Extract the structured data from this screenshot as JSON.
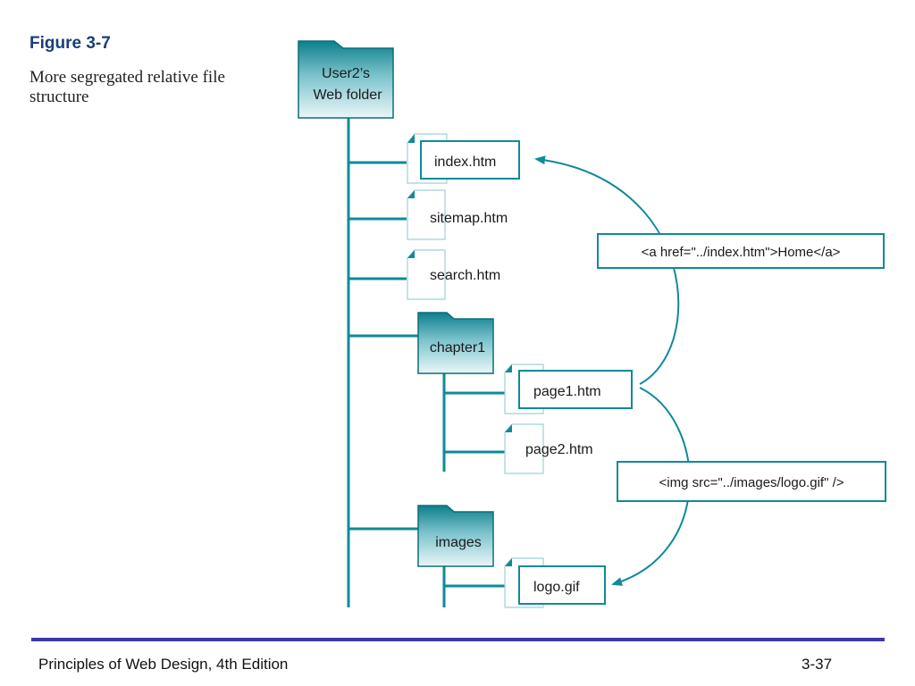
{
  "figure": {
    "number": "Figure 3-7",
    "caption": "More segregated relative file structure"
  },
  "tree": {
    "root_folder": "User2’s Web folder",
    "root_line1": "User2’s",
    "root_line2": "Web folder",
    "files": [
      "index.htm",
      "sitemap.htm",
      "search.htm"
    ],
    "folders": [
      {
        "name": "chapter1",
        "files": [
          "page1.htm",
          "page2.htm"
        ]
      },
      {
        "name": "images",
        "files": [
          "logo.gif"
        ]
      }
    ]
  },
  "links": [
    {
      "code": "<a href=\"../index.htm\">Home</a>",
      "from": "page1.htm",
      "to": "index.htm"
    },
    {
      "code": "<img src=\"../images/logo.gif\" />",
      "from": "page1.htm",
      "to": "logo.gif"
    }
  ],
  "colors": {
    "teal": "#0f8a98",
    "folder_light": "#e4f3f5",
    "title": "#1a3d7c",
    "rule": "#3a3aa8"
  },
  "footer": {
    "left": "Principles of Web Design, 4th Edition",
    "right": "3-37"
  }
}
